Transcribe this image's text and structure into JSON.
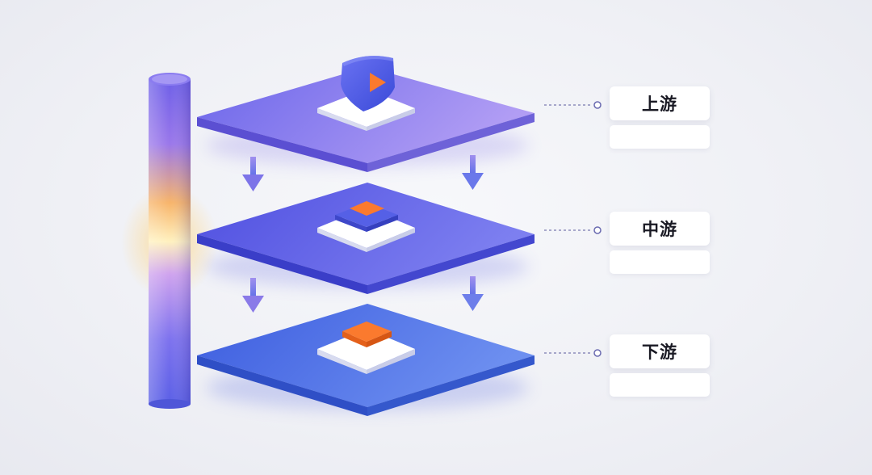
{
  "layers": [
    {
      "id": "upstream",
      "label": "上游",
      "icon": "shield-play-icon"
    },
    {
      "id": "midstream",
      "label": "中游",
      "icon": "orange-tile-icon"
    },
    {
      "id": "downstream",
      "label": "下游",
      "icon": "orange-tile-icon"
    }
  ],
  "colors": {
    "layer_top": "#8a78ee",
    "layer_mid": "#5b5ee8",
    "layer_bottom": "#3f6ae6",
    "accent_orange": "#fb7a2e",
    "pillar_glow": "#ffd37a",
    "connector": "#7a7ab0"
  }
}
